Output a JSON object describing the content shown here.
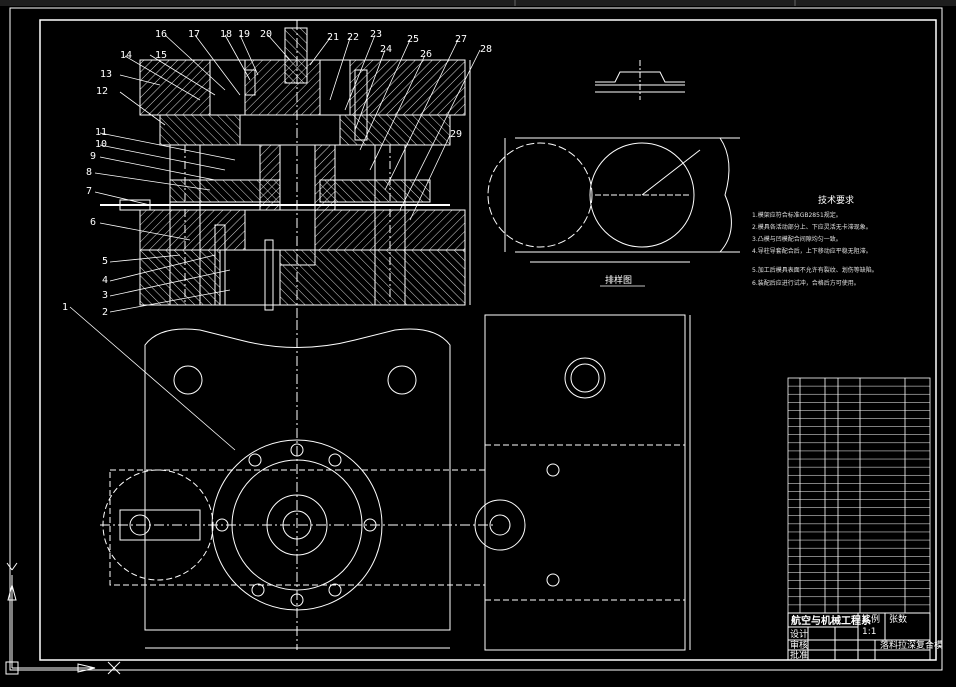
{
  "drawing": {
    "part_labels": [
      "1",
      "2",
      "3",
      "4",
      "5",
      "6",
      "7",
      "8",
      "9",
      "10",
      "11",
      "12",
      "13",
      "14",
      "15",
      "16",
      "17",
      "18",
      "19",
      "20",
      "21",
      "22",
      "23",
      "24",
      "25",
      "26",
      "27",
      "28",
      "29"
    ],
    "blank_label": "排样图",
    "tech_notes_title": "技术要求",
    "tech_notes": [
      "1.模架应符合标准GB2851规定。",
      "2.模具各活动部分上、下应灵活无卡滞现象。",
      "3.凸模与凹模配合间隙均匀一致。",
      "4.导柱导套配合后，上下移动应平稳无阻滞。",
      "5.加工后模具表面不允许有裂纹、划伤等缺陷。",
      "6.装配后应进行试冲，合格后方可使用。"
    ],
    "title_block": {
      "school": "航空与机械工程系",
      "drawn_by_label": "设计",
      "checked_label": "审核",
      "approved_label": "批准",
      "scale_label": "比例",
      "scale_value": "1:1",
      "sheet_label": "张数",
      "drawing_name": "落料拉深复合模"
    },
    "colors": {
      "background": "#000000",
      "outline": "#ffffff",
      "hatch": "#d8d8d8",
      "center_line": "#ffffff"
    }
  }
}
